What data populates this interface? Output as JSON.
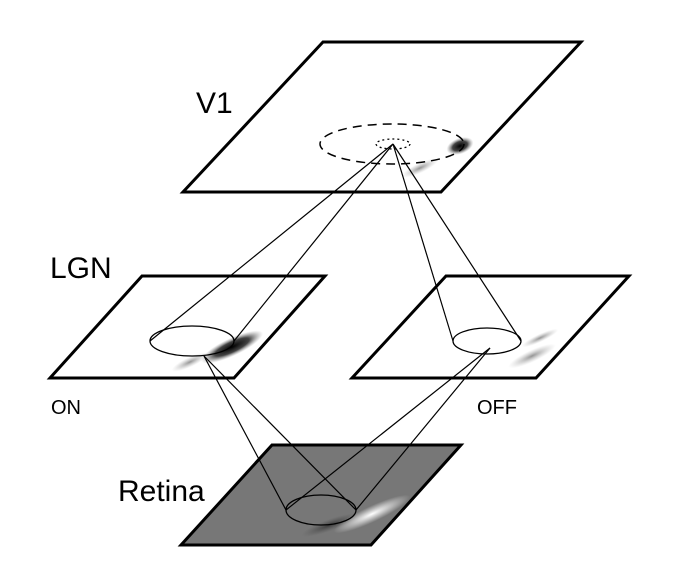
{
  "labels": {
    "v1": "V1",
    "lgn": "LGN",
    "on": "ON",
    "off": "OFF",
    "retina": "Retina"
  },
  "colors": {
    "sheet_fill": "#ffffff",
    "retina_fill": "#777777",
    "stroke": "#000000"
  }
}
